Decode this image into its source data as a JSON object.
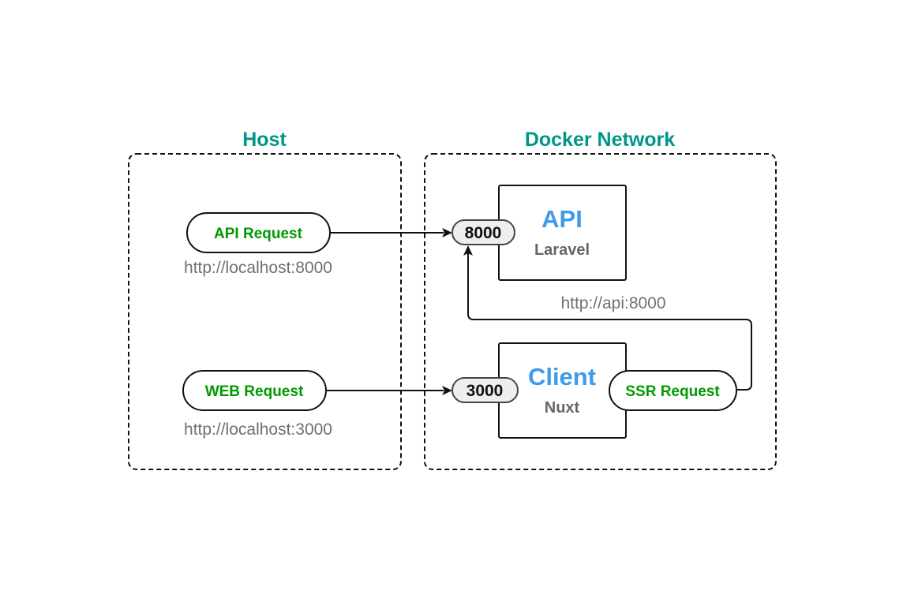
{
  "groups": {
    "host": {
      "title": "Host"
    },
    "docker": {
      "title": "Docker Network"
    }
  },
  "requests": {
    "api": {
      "label": "API Request",
      "url": "http://localhost:8000"
    },
    "web": {
      "label": "WEB Request",
      "url": "http://localhost:3000"
    },
    "ssr": {
      "label": "SSR Request",
      "url": "http://api:8000"
    }
  },
  "services": {
    "api": {
      "name": "API",
      "framework": "Laravel",
      "port": "8000"
    },
    "client": {
      "name": "Client",
      "framework": "Nuxt",
      "port": "3000"
    }
  },
  "colors": {
    "group_title": "#009688",
    "request_label": "#009900",
    "service_name": "#3d9be9",
    "service_framework": "#666666",
    "url_text": "#707070",
    "port_fill": "#eeeeee",
    "stroke": "#111111"
  }
}
